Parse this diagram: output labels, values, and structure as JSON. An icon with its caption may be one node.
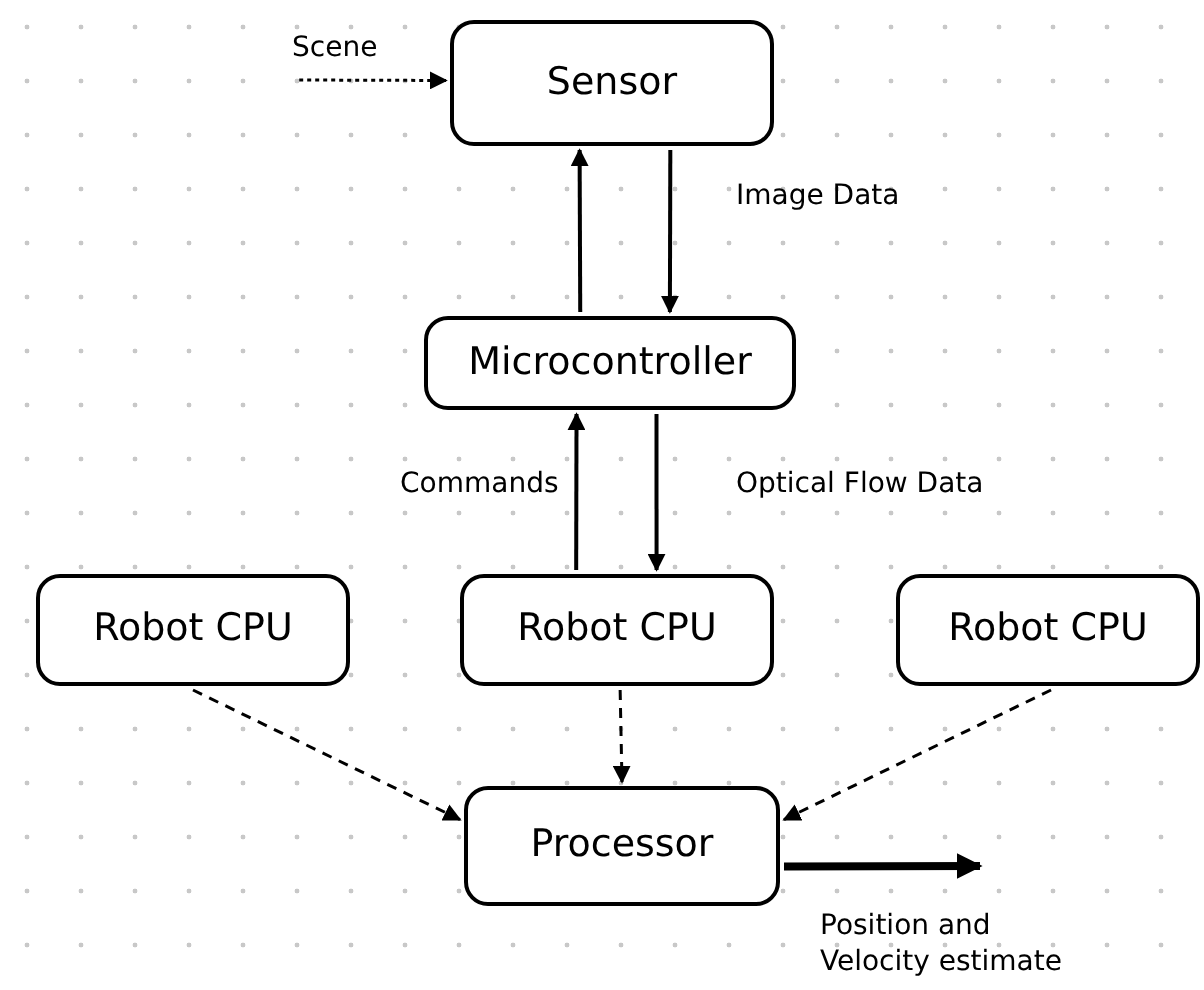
{
  "diagram": {
    "nodes": [
      {
        "text": [
          "Scene"
        ]
      },
      {
        "text": [
          "Sensor"
        ]
      },
      {
        "text": [
          "Microcontroller"
        ]
      },
      {
        "text": [
          "Robot CPU"
        ]
      },
      {
        "text": [
          "Robot CPU"
        ]
      },
      {
        "text": [
          "Robot CPU"
        ]
      },
      {
        "text": [
          "Processor"
        ]
      }
    ],
    "edges": [
      {
        "from": 0,
        "to": 1,
        "arrow": "to",
        "style": "dashed"
      },
      {
        "from": 2,
        "to": 1,
        "arrow": "to"
      },
      {
        "from": 1,
        "to": 2,
        "arrow": "to",
        "label": "Image Data"
      },
      {
        "from": 4,
        "to": 2,
        "arrow": "to",
        "label": "Commands"
      },
      {
        "from": 2,
        "to": 4,
        "arrow": "to",
        "label": "Optical Flow Data"
      },
      {
        "from": 3,
        "to": 6,
        "arrow": "to",
        "style": "dashed"
      },
      {
        "from": 4,
        "to": 6,
        "arrow": "to",
        "style": "dashed"
      },
      {
        "from": 5,
        "to": 6,
        "arrow": "to",
        "style": "dashed"
      },
      {
        "from": 6,
        "to": null,
        "arrow": "to",
        "style": "thick",
        "label": "Position and Velocity estimate"
      }
    ]
  }
}
